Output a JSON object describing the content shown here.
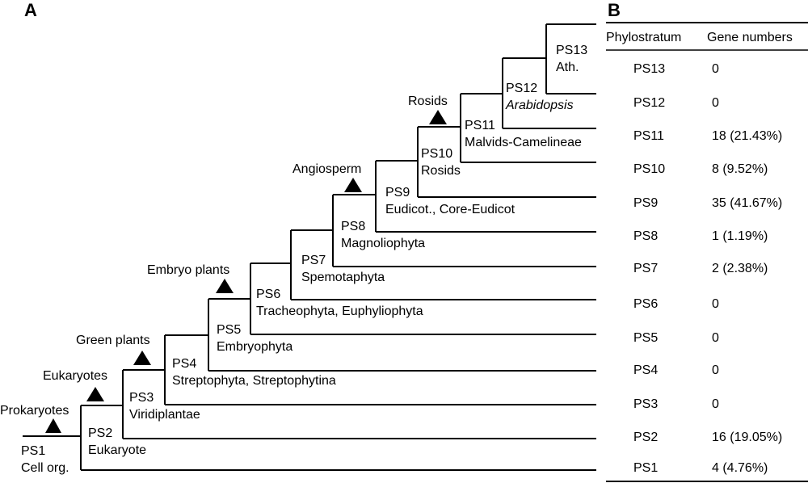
{
  "panels": {
    "a_label": "A",
    "b_label": "B"
  },
  "tree": {
    "nodes": [
      {
        "id": "PS1",
        "name": "PS1",
        "taxon": "Cell org."
      },
      {
        "id": "PS2",
        "name": "PS2",
        "taxon": "Eukaryote"
      },
      {
        "id": "PS3",
        "name": "PS3",
        "taxon": "Viridiplantae"
      },
      {
        "id": "PS4",
        "name": "PS4",
        "taxon": "Streptophyta, Streptophytina"
      },
      {
        "id": "PS5",
        "name": "PS5",
        "taxon": "Embryophyta"
      },
      {
        "id": "PS6",
        "name": "PS6",
        "taxon": "Tracheophyta, Euphyliophyta"
      },
      {
        "id": "PS7",
        "name": "PS7",
        "taxon": "Spemotaphyta"
      },
      {
        "id": "PS8",
        "name": "PS8",
        "taxon": "Magnoliophyta"
      },
      {
        "id": "PS9",
        "name": "PS9",
        "taxon": "Eudicot., Core-Eudicot"
      },
      {
        "id": "PS10",
        "name": "PS10",
        "taxon": "Rosids"
      },
      {
        "id": "PS11",
        "name": "PS11",
        "taxon": "Malvids-Camelineae"
      },
      {
        "id": "PS12",
        "name": "PS12",
        "taxon": "Arabidopsis",
        "italic": true
      },
      {
        "id": "PS13",
        "name": "PS13",
        "taxon": "Ath."
      }
    ],
    "events": [
      {
        "label": "Prokaryotes"
      },
      {
        "label": "Eukaryotes"
      },
      {
        "label": "Green plants"
      },
      {
        "label": "Embryo plants"
      },
      {
        "label": "Angiosperm"
      },
      {
        "label": "Rosids"
      }
    ]
  },
  "table": {
    "col_phylostratum": "Phylostratum",
    "col_gene_numbers": "Gene numbers",
    "rows": [
      {
        "ps": "PS13",
        "genes": "0"
      },
      {
        "ps": "PS12",
        "genes": "0"
      },
      {
        "ps": "PS11",
        "genes": "18 (21.43%)"
      },
      {
        "ps": "PS10",
        "genes": "8 (9.52%)"
      },
      {
        "ps": "PS9",
        "genes": "35 (41.67%)"
      },
      {
        "ps": "PS8",
        "genes": "1 (1.19%)"
      },
      {
        "ps": "PS7",
        "genes": "2 (2.38%)"
      },
      {
        "ps": "PS6",
        "genes": "0"
      },
      {
        "ps": "PS5",
        "genes": "0"
      },
      {
        "ps": "PS4",
        "genes": "0"
      },
      {
        "ps": "PS3",
        "genes": "0"
      },
      {
        "ps": "PS2",
        "genes": "16 (19.05%)"
      },
      {
        "ps": "PS1",
        "genes": "4 (4.76%)"
      }
    ]
  }
}
